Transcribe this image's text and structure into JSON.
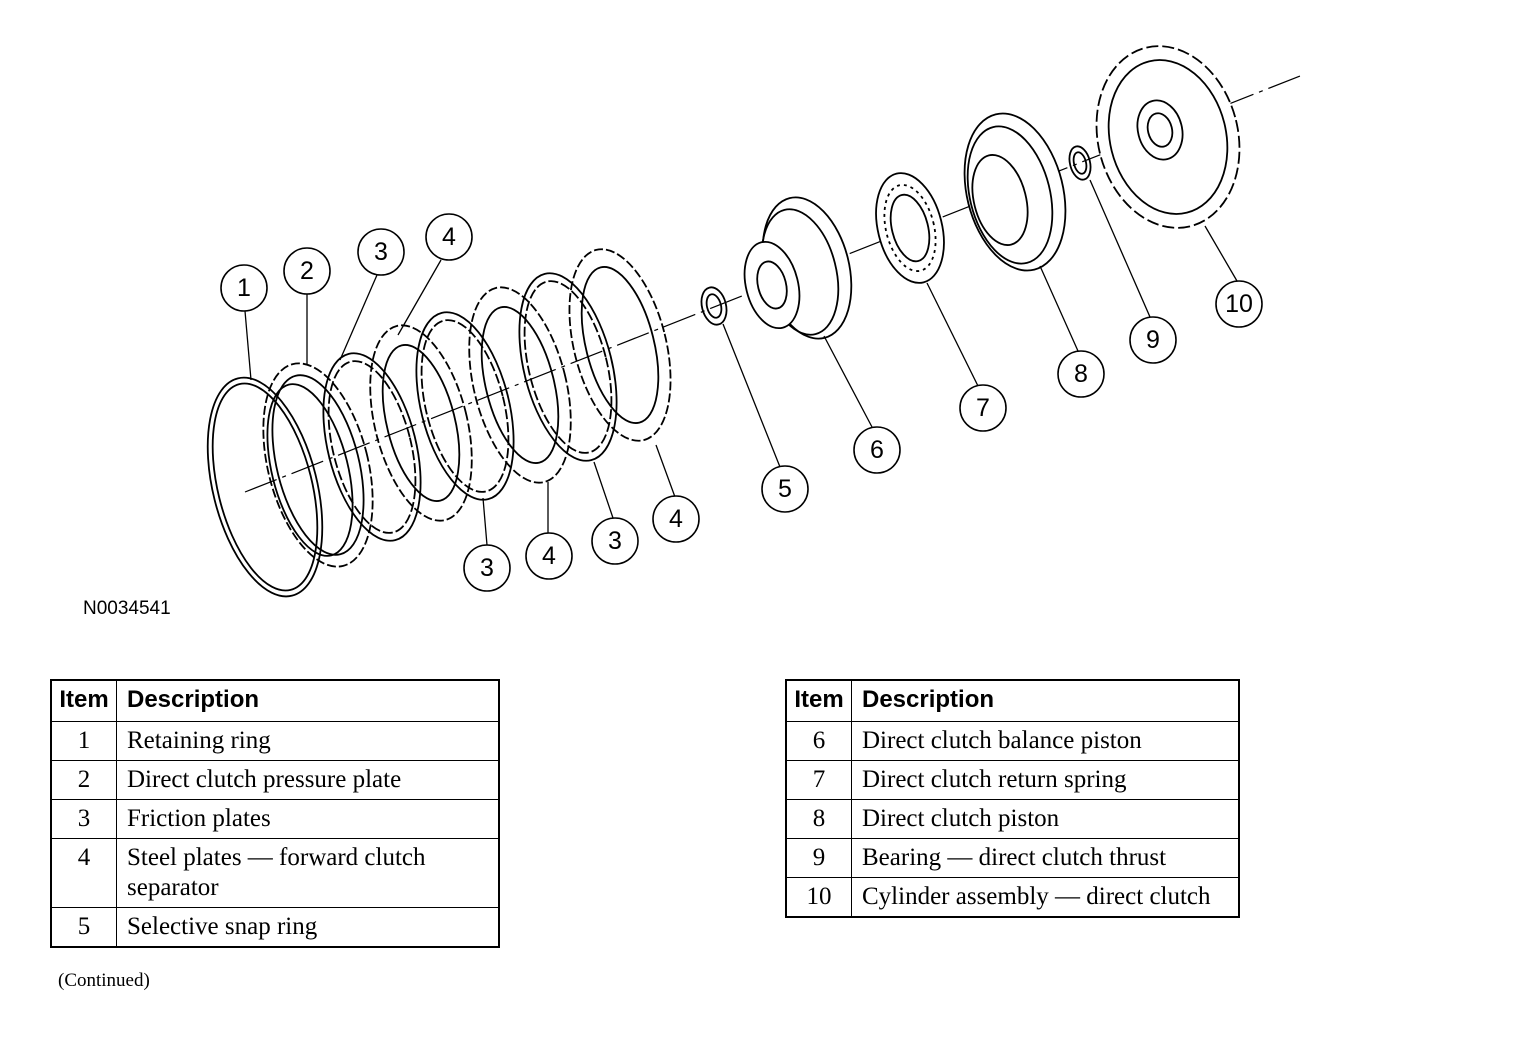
{
  "figure": {
    "code": "N0034541",
    "callouts": [
      {
        "label": "1"
      },
      {
        "label": "2"
      },
      {
        "label": "3"
      },
      {
        "label": "4"
      },
      {
        "label": "3"
      },
      {
        "label": "4"
      },
      {
        "label": "3"
      },
      {
        "label": "4"
      },
      {
        "label": "5"
      },
      {
        "label": "6"
      },
      {
        "label": "7"
      },
      {
        "label": "8"
      },
      {
        "label": "9"
      },
      {
        "label": "10"
      }
    ]
  },
  "legend": {
    "headers": {
      "item": "Item",
      "description": "Description"
    },
    "left_rows": [
      {
        "item": "1",
        "description": "Retaining ring"
      },
      {
        "item": "2",
        "description": "Direct clutch pressure plate"
      },
      {
        "item": "3",
        "description": "Friction plates"
      },
      {
        "item": "4",
        "description": "Steel plates — forward clutch separator"
      },
      {
        "item": "5",
        "description": "Selective snap ring"
      }
    ],
    "right_rows": [
      {
        "item": "6",
        "description": "Direct clutch balance piston"
      },
      {
        "item": "7",
        "description": "Direct clutch return spring"
      },
      {
        "item": "8",
        "description": "Direct clutch piston"
      },
      {
        "item": "9",
        "description": "Bearing — direct clutch thrust"
      },
      {
        "item": "10",
        "description": "Cylinder assembly — direct clutch"
      }
    ],
    "continued_note": "(Continued)"
  }
}
